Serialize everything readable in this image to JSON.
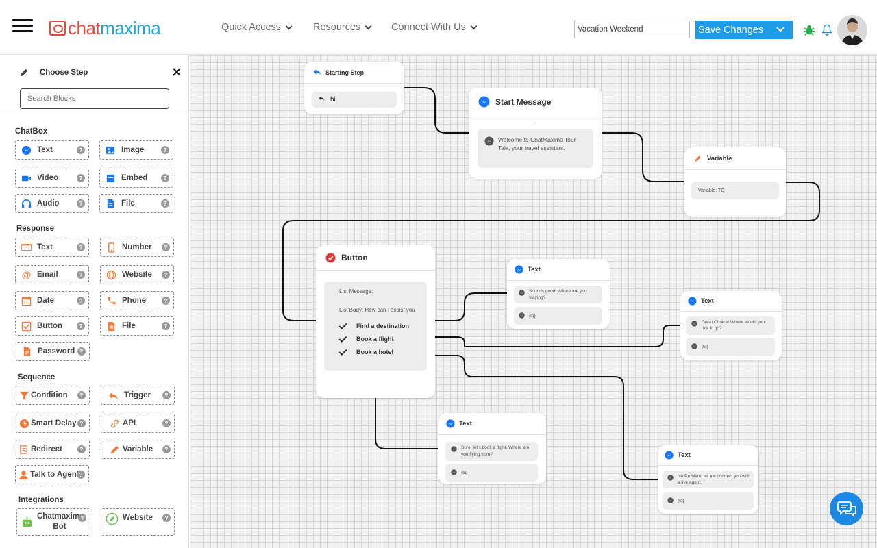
{
  "header": {
    "logo_chat": "chat",
    "logo_maxima": "maxima",
    "nav": [
      {
        "label": "Quick Access"
      },
      {
        "label": "Resources"
      },
      {
        "label": "Connect With Us"
      }
    ],
    "flow_name_value": "Vacation Weekend",
    "save_label": "Save Changes"
  },
  "sidebar": {
    "title": "Choose Step",
    "search_placeholder": "Search Blocks",
    "sections": {
      "chatbox": "ChatBox",
      "response": "Response",
      "sequence": "Sequence",
      "integrations": "Integrations"
    },
    "chatbox_items": [
      "Text",
      "Image",
      "Video",
      "Embed",
      "Audio",
      "File"
    ],
    "response_items": [
      "Text",
      "Number",
      "Email",
      "Website",
      "Date",
      "Phone",
      "Button",
      "File",
      "Password"
    ],
    "sequence_items": [
      "Condition",
      "Trigger",
      "Smart Delay",
      "API",
      "Redirect",
      "Variable",
      "Talk to Agent"
    ],
    "integration_items": [
      "Chatmaxima Bot",
      "Website"
    ],
    "help_glyph": "?"
  },
  "canvas": {
    "starting_step": {
      "title": "Starting Step",
      "keyword": "hi"
    },
    "start_message": {
      "title": "Start Message",
      "dash": "_",
      "text": "Welcome to ChatMaxima Tour Talk, your travel assistant."
    },
    "variable": {
      "title": "Variable",
      "text": "Variable: TQ"
    },
    "button": {
      "title": "Button",
      "list_message": "List Message:",
      "list_body": "List Body: How can I assist you",
      "options": [
        "Find a destination",
        "Book a flight",
        "Book a hotel"
      ]
    },
    "text_nodes": [
      {
        "title": "Text",
        "message": "Sounds good! Where are you staying?",
        "var": "{tq}"
      },
      {
        "title": "Text",
        "message": "Great Choice! Where would you like to go?",
        "var": "{tq}"
      },
      {
        "title": "Text",
        "message": "Sure, let's book a flight. Where are you flying from?",
        "var": "{tq}"
      },
      {
        "title": "Text",
        "message": "No Problem! let me connect you with a live agent.",
        "var": "{tq}"
      }
    ]
  },
  "colors": {
    "brand_red": "#e8473b",
    "brand_blue": "#1fa3d6",
    "primary": "#1e9be9",
    "icon_orange": "#ef7a3a",
    "icon_blue": "#1877f2"
  }
}
